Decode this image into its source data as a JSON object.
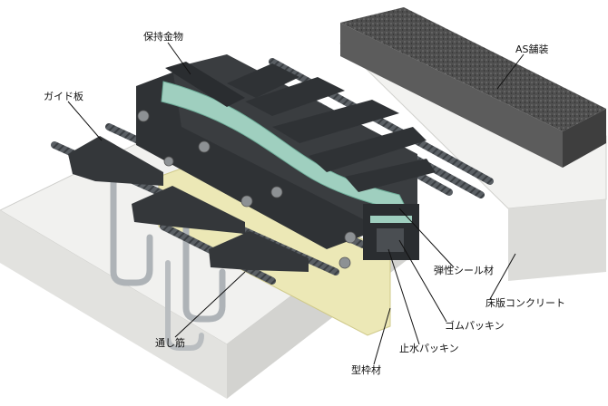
{
  "labels": {
    "bracket": "保持金物",
    "guide_plate": "ガイド板",
    "as_paving": "AS舗装",
    "elastic_seal": "弾性シール材",
    "floor_concrete": "床版コンクリート",
    "rubber_packing": "ゴムパッキン",
    "waterstop": "止水パッキン",
    "rebar": "通し筋",
    "formwork": "型枠材"
  },
  "colors": {
    "concrete_top": "#f1f1ef",
    "concrete_side": "#dcdcda",
    "asphalt": "#565656",
    "steel": "#2f3235",
    "seal": "#9fcfbf",
    "formwork": "#ece8b6",
    "rebar": "#555a5f"
  }
}
